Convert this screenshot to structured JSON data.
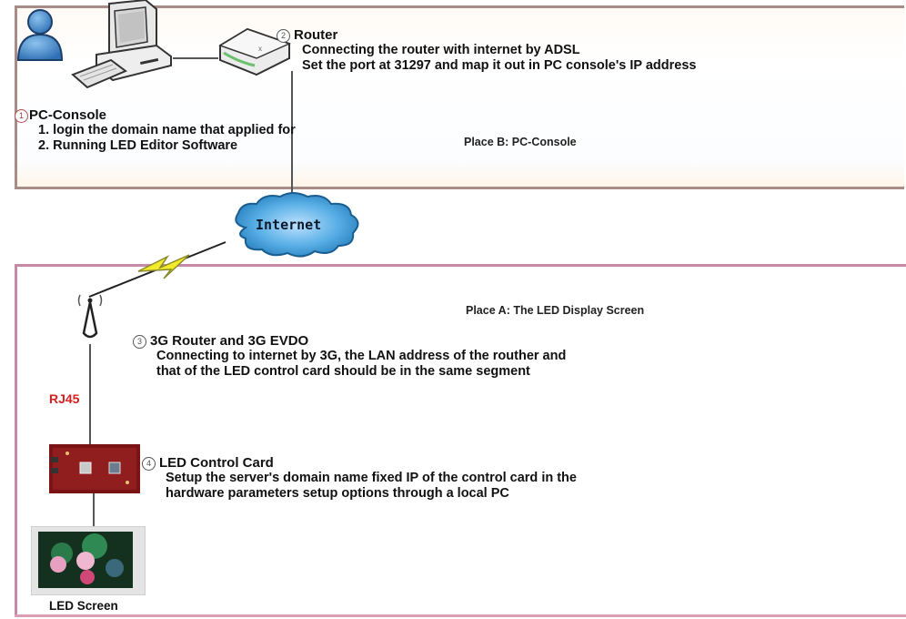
{
  "place_b": {
    "label": "Place B: PC-Console",
    "pc_console": {
      "number": "1",
      "title": "PC-Console",
      "lines": [
        "1. login the domain name that applied for",
        "2. Running LED Editor Software"
      ]
    },
    "router": {
      "number": "2",
      "title": "Router",
      "lines": [
        "Connecting the router with internet by ADSL",
        "Set the port at 31297 and map it out in PC console's IP address"
      ]
    }
  },
  "internet": {
    "label": "Internet"
  },
  "place_a": {
    "label": "Place A: The LED Display Screen",
    "router_3g": {
      "number": "3",
      "title": "3G Router and 3G EVDO",
      "lines": [
        "Connecting to internet by 3G, the LAN address of the routher and",
        "that of the LED control card should be in the same segment"
      ]
    },
    "rj45_label": "RJ45",
    "control_card": {
      "number": "4",
      "title": "LED Control Card",
      "lines": [
        "Setup the server's domain name fixed IP of the control card in the",
        "hardware parameters setup options through a local PC"
      ]
    },
    "led_screen_caption": "LED Screen"
  },
  "colors": {
    "place_b_border": "#a88c88",
    "place_a_border": "#c48aa6",
    "rj45": "#d62020",
    "cloud": "#3a9ad8",
    "lightning": "#f2ea2a",
    "control_card": "#8a1a1a",
    "user_icon": "#3f83c4"
  }
}
